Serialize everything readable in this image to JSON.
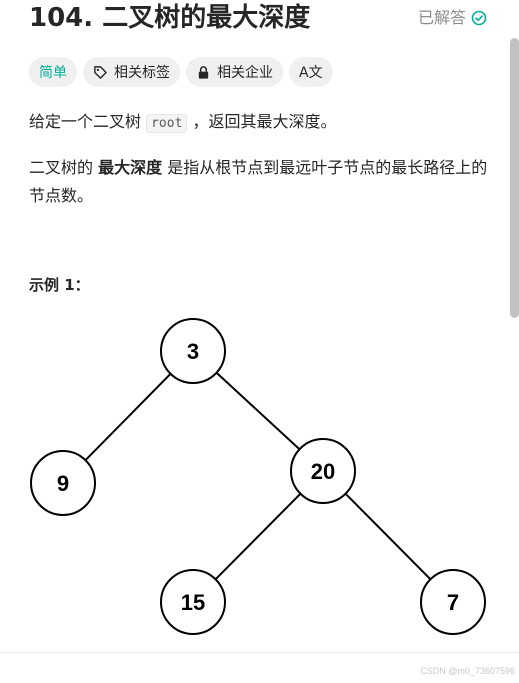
{
  "problem": {
    "title": "104. 二叉树的最大深度",
    "status": "已解答",
    "difficulty": "简单",
    "tags": [
      {
        "label": "相关标签",
        "icon": "tag-icon"
      },
      {
        "label": "相关企业",
        "icon": "lock-icon"
      }
    ],
    "translate_label": "A文"
  },
  "description": {
    "p1_before": "给定一个二叉树 ",
    "p1_code": "root",
    "p1_after": " ，返回其最大深度。",
    "p2_before": "二叉树的 ",
    "p2_bold": "最大深度",
    "p2_after": " 是指从根节点到最远叶子节点的最长路径上的节点数。"
  },
  "example": {
    "title": "示例 1："
  },
  "tree": {
    "nodes": [
      {
        "id": "n3",
        "label": "3"
      },
      {
        "id": "n9",
        "label": "9"
      },
      {
        "id": "n20",
        "label": "20"
      },
      {
        "id": "n15",
        "label": "15"
      },
      {
        "id": "n7",
        "label": "7"
      }
    ],
    "edges": [
      [
        "n3",
        "n9"
      ],
      [
        "n3",
        "n20"
      ],
      [
        "n20",
        "n15"
      ],
      [
        "n20",
        "n7"
      ]
    ]
  },
  "watermark": "CSDN @m0_73607596",
  "colors": {
    "accent_green": "#00af9b",
    "text": "#262626",
    "muted": "#8c8c8c"
  }
}
